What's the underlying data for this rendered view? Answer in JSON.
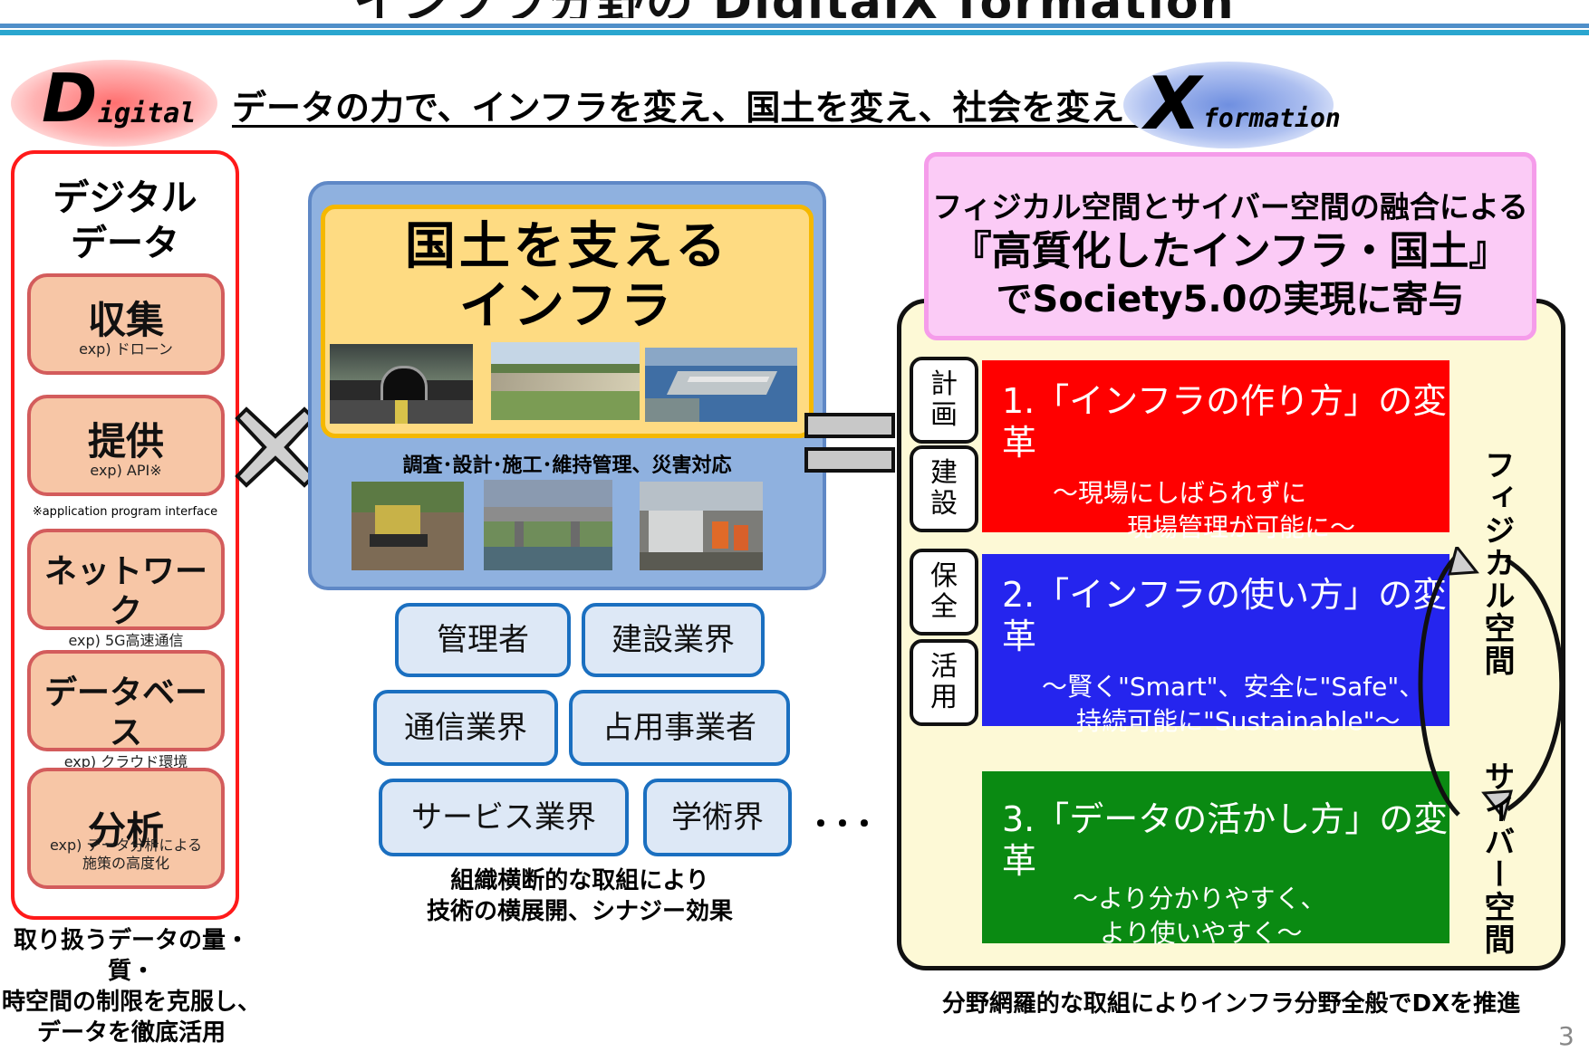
{
  "header": {
    "title": "インフラ分野の DigitalX formation",
    "headline": "データの力で、インフラを変え、国土を変え、社会を変える",
    "d_letter": "D",
    "d_word": "igital",
    "x_letter": "X",
    "x_word": "formation"
  },
  "left": {
    "title_line1": "デジタル",
    "title_line2": "データ",
    "items": [
      {
        "label": "収集",
        "example": "exp) ドローン"
      },
      {
        "label": "提供",
        "example": "exp) API※"
      },
      {
        "label": "ネットワーク",
        "example": "exp) 5G高速通信"
      },
      {
        "label": "データベース",
        "example": "exp) クラウド環境"
      },
      {
        "label": "分析",
        "example": "exp) データ分析による",
        "example2": "施策の高度化"
      }
    ],
    "note": "※application program interface",
    "caption_line1": "取り扱うデータの量・質・",
    "caption_line2": "時空間の制限を克服し、",
    "caption_line3": "データを徹底活用"
  },
  "middle": {
    "title_line1": "国土を支える",
    "title_line2": "インフラ",
    "subtitle": "調査･設計･施工･維持管理、災害対応",
    "stakeholders": [
      "管理者",
      "建設業界",
      "通信業界",
      "占用事業者",
      "サービス業界",
      "学術界"
    ],
    "ellipsis": "･･･",
    "caption_line1": "組織横断的な取組により",
    "caption_line2": "技術の横展開、シナジー効果"
  },
  "right": {
    "header_line1": "フィジカル空間とサイバー空間の融合による",
    "header_line2": "『高質化したインフラ・国土』",
    "header_line3": "でSociety5.0の実現に寄与",
    "tags": [
      {
        "line1": "計",
        "line2": "画"
      },
      {
        "line1": "建",
        "line2": "設"
      },
      {
        "line1": "保",
        "line2": "全"
      },
      {
        "line1": "活",
        "line2": "用"
      }
    ],
    "transformations": [
      {
        "title": "1.「インフラの作り方」の変革",
        "sub1": "～現場にしばられずに",
        "sub2": "現場管理が可能に～",
        "color": "#ff0000"
      },
      {
        "title": "2.「インフラの使い方」の変革",
        "sub1": "～賢く\"Smart\"、安全に\"Safe\"、",
        "sub2": "持続可能に\"Sustainable\"～",
        "color": "#2525ee"
      },
      {
        "title": "3.「データの活かし方」の変革",
        "sub1": "～より分かりやすく、",
        "sub2": "より使いやすく～",
        "color": "#0a8a12"
      }
    ],
    "physical_space": "フィジカル空間",
    "cyber_space": "サイバー空間",
    "caption": "分野網羅的な取組によりインフラ分野全般でDXを推進"
  },
  "page_number": "3"
}
